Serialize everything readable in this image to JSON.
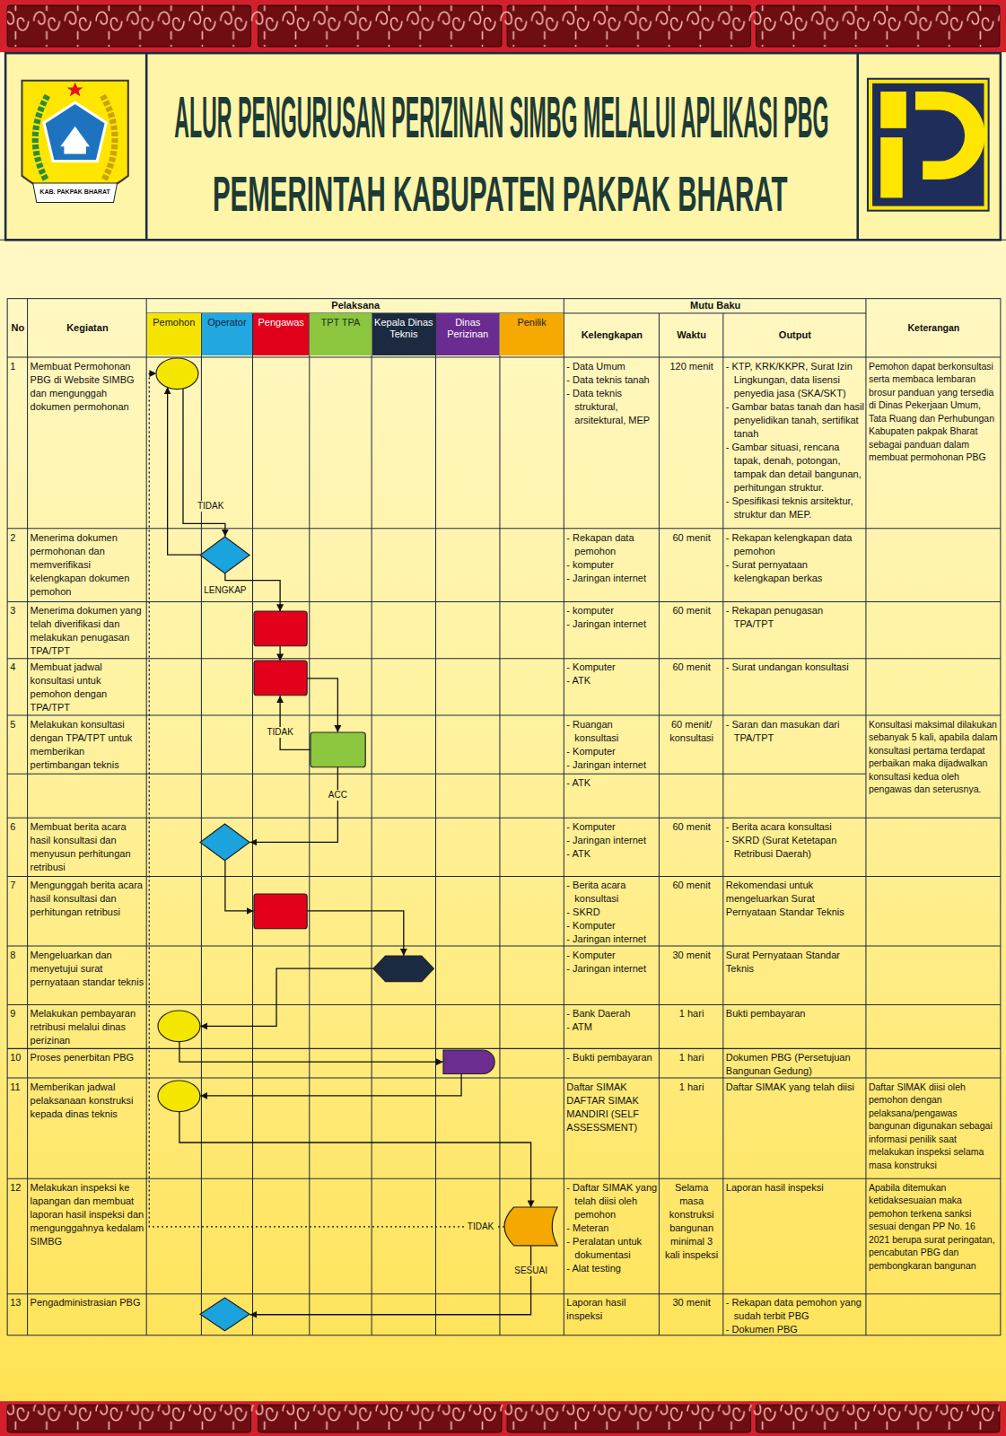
{
  "diagram": {
    "title": "ALUR PENGURUSAN PERIZINAN SIMBG MELALUI APLIKASI PBG",
    "nodes": [
      {
        "text": [
          "Pemohon"
        ]
      },
      {
        "text": [
          "Operator"
        ]
      },
      {
        "text": [
          "Pengawas"
        ]
      },
      {
        "text": [
          "TPT TPA"
        ]
      },
      {
        "text": [
          "Kepala Dinas Teknis"
        ]
      },
      {
        "text": [
          "Dinas Perizinan"
        ]
      },
      {
        "text": [
          "Penilik"
        ]
      },
      {
        "text": []
      },
      {
        "text": []
      },
      {
        "text": []
      },
      {
        "text": []
      },
      {
        "text": []
      },
      {
        "text": []
      },
      {
        "text": []
      },
      {
        "text": []
      },
      {
        "text": []
      },
      {
        "text": []
      },
      {
        "text": []
      },
      {
        "text": []
      },
      {
        "text": []
      }
    ],
    "edges": [
      {
        "from": 7,
        "to": 8,
        "arrow": "to"
      },
      {
        "from": 8,
        "to": 7,
        "arrow": "to",
        "label": "TIDAK"
      },
      {
        "from": 8,
        "to": 9,
        "arrow": "to",
        "label": "LENGKAP"
      },
      {
        "from": 9,
        "to": 10,
        "arrow": "to"
      },
      {
        "from": 10,
        "to": 11,
        "arrow": "to"
      },
      {
        "from": 11,
        "to": 10,
        "arrow": "to",
        "label": "TIDAK"
      },
      {
        "from": 11,
        "to": 12,
        "arrow": "to",
        "label": "ACC"
      },
      {
        "from": 12,
        "to": 13,
        "arrow": "to"
      },
      {
        "from": 13,
        "to": 14,
        "arrow": "to"
      },
      {
        "from": 14,
        "to": 15,
        "arrow": "to"
      },
      {
        "from": 15,
        "to": 16,
        "arrow": "to"
      },
      {
        "from": 16,
        "to": 17,
        "arrow": "to"
      },
      {
        "from": 17,
        "to": 18,
        "arrow": "to"
      },
      {
        "from": 18,
        "to": 7,
        "arrow": "to",
        "label": "TIDAK"
      },
      {
        "from": 18,
        "to": 19,
        "arrow": "to",
        "label": "SESUAI"
      }
    ],
    "labels": [
      "KAB. PAKPAK BHARAT",
      "PEMERINTAH KABUPATEN PAKPAK BHARAT",
      "No",
      "Kegiatan",
      "Pelaksana",
      "Mutu Baku",
      "Kelengkapan",
      "Waktu",
      "Output",
      "Keterangan",
      "1",
      "Membuat Permohonan PBG di Website SIMBG dan mengunggah dokumen permohonan",
      "- Data Umum",
      "- Data teknis tanah",
      "- Data teknis struktural, arsitektural, MEP",
      "120 menit",
      "- KTP, KRK/KKPR, Surat Izin Lingkungan, data lisensi penyedia jasa (SKA/SKT)",
      "- Gambar batas tanah dan hasil penyelidikan tanah, sertifikat tanah",
      "- Gambar situasi, rencana tapak, denah, potongan, tampak dan detail bangunan, perhitungan struktur.",
      "- Spesifikasi teknis arsitektur, struktur dan MEP.",
      "Pemohon dapat berkonsultasi serta membaca lembaran brosur panduan yang tersedia di Dinas Pekerjaan Umum, Tata Ruang dan Perhubungan Kabupaten pakpak Bharat sebagai panduan dalam membuat permohonan PBG",
      "2",
      "Menerima dokumen permohonan dan memverifikasi kelengkapan dokumen pemohon",
      "- Rekapan data pemohon",
      "- komputer",
      "- Jaringan internet",
      "60 menit",
      "- Rekapan kelengkapan data pemohon",
      "- Surat pernyataan kelengkapan berkas",
      "3",
      "Menerima dokumen yang telah diverifikasi dan melakukan penugasan TPA/TPT",
      "- komputer",
      "- Jaringan internet",
      "60 menit",
      "- Rekapan penugasan TPA/TPT",
      "4",
      "Membuat jadwal konsultasi untuk pemohon dengan TPA/TPT",
      "- Komputer",
      "- ATK",
      "60 menit",
      "- Surat undangan konsultasi",
      "5",
      "Melakukan konsultasi dengan TPA/TPT untuk memberikan pertimbangan teknis",
      "- Ruangan konsultasi",
      "- Komputer",
      "- Jaringan internet",
      "60 menit/ konsultasi",
      "- Saran dan masukan dari TPA/TPT",
      "Konsultasi maksimal dilakukan sebanyak 5 kali, apabila dalam konsultasi pertama terdapat perbaikan maka dijadwalkan konsultasi kedua oleh pengawas dan seterusnya.",
      "- ATK",
      "6",
      "Membuat berita acara hasil konsultasi dan menyusun perhitungan retribusi",
      "- Komputer",
      "- Jaringan internet",
      "- ATK",
      "60 menit",
      "- Berita acara konsultasi",
      "- SKRD (Surat Ketetapan Retribusi Daerah)",
      "7",
      "Mengunggah berita acara hasil konsultasi dan perhitungan retribusi",
      "- Berita acara konsultasi",
      "- SKRD",
      "- Komputer",
      "- Jaringan internet",
      "60 menit",
      "Rekomendasi untuk mengeluarkan Surat Pernyataan Standar Teknis",
      "8",
      "Mengeluarkan dan menyetujui surat pernyataan standar teknis",
      "- Komputer",
      "- Jaringan internet",
      "30 menit",
      "Surat Pernyataan Standar Teknis",
      "9",
      "Melakukan pembayaran retribusi melalui dinas perizinan",
      "- Bank Daerah",
      "- ATM",
      "1 hari",
      "Bukti pembayaran",
      "10",
      "Proses penerbitan PBG",
      "- Bukti pembayaran",
      "1 hari",
      "Dokumen PBG (Persetujuan Bangunan Gedung)",
      "11",
      "Memberikan jadwal pelaksanaan konstruksi kepada dinas teknis",
      "Daftar SIMAK",
      "DAFTAR SIMAK MANDIRI (SELF ASSESSMENT)",
      "1 hari",
      "Daftar SIMAK yang telah diisi",
      "Daftar SIMAK diisi oleh pemohon dengan pelaksana/pengawas bangunan digunakan sebagai informasi penilik saat melakukan inspeksi selama masa konstruksi",
      "12",
      "Melakukan inspeksi ke lapangan dan membuat laporan hasil inspeksi dan mengunggahnya kedalam SIMBG",
      "- Daftar SIMAK yang telah diisi oleh pemohon",
      "- Meteran",
      "- Peralatan untuk dokumentasi",
      "- Alat testing",
      "Selama masa konstruksi bangunan minimal 3 kali inspeksi",
      "Laporan hasil inspeksi",
      "Apabila ditemukan ketidaksesuaian maka pemohon terkena sanksi sesuai dengan PP No. 16 2021 berupa surat peringatan, pencabutan PBG dan pembongkaran bangunan",
      "13",
      "Pengadministrasian PBG",
      "Laporan hasil inspeksi",
      "30 menit",
      "- Rekapan data pemohon yang sudah terbit PBG",
      "- Dokumen PBG"
    ]
  }
}
